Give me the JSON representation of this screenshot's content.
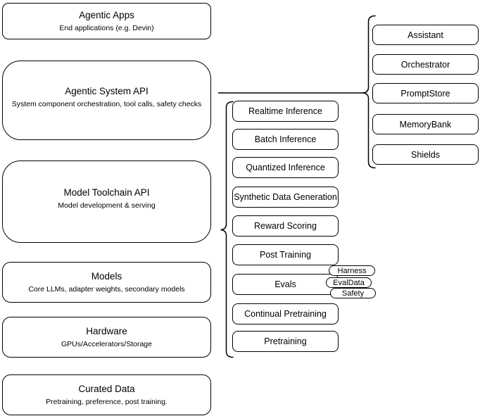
{
  "colors": {
    "stroke": "#000000",
    "background": "#ffffff",
    "text": "#000000"
  },
  "left_stack": [
    {
      "title": "Agentic Apps",
      "subtitle": "End applications (e.g. Devin)"
    },
    {
      "title": "Agentic System API",
      "subtitle": "System component orchestration, tool calls, safety checks"
    },
    {
      "title": "Model Toolchain API",
      "subtitle": "Model development & serving"
    },
    {
      "title": "Models",
      "subtitle": "Core LLMs, adapter weights, secondary models"
    },
    {
      "title": "Hardware",
      "subtitle": "GPUs/Accelerators/Storage"
    },
    {
      "title": "Curated Data",
      "subtitle": "Pretraining, preference, post training."
    }
  ],
  "toolchain": {
    "items": [
      "Realtime Inference",
      "Batch Inference",
      "Quantized Inference",
      "Synthetic Data Generation",
      "Reward Scoring",
      "Post Training",
      "Evals",
      "Continual Pretraining",
      "Pretraining"
    ],
    "evals_tags": [
      "Harness",
      "EvalData",
      "Safety"
    ]
  },
  "components": {
    "items": [
      "Assistant",
      "Orchestrator",
      "PromptStore",
      "MemoryBank",
      "Shields"
    ]
  }
}
